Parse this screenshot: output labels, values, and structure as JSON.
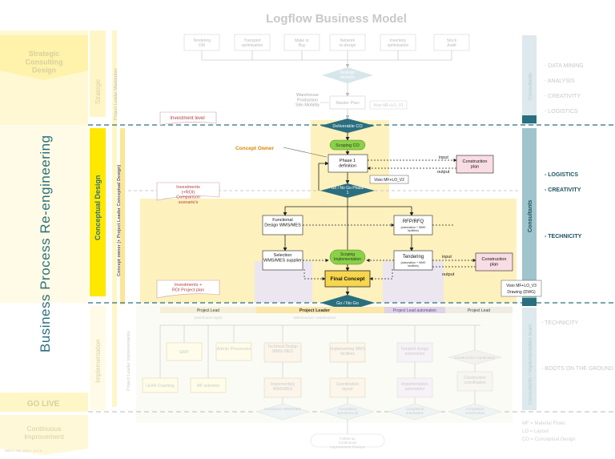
{
  "title": "Logflow Business Model",
  "left_phases": {
    "strategic_consulting": "Strategic Consulting Design",
    "go_live": "GO LIVE",
    "continuous_improvement": "Continuous Improvement",
    "footer_code": "BBRS / ME_MNG / 14.0.8"
  },
  "vertical_labels": {
    "bpr": "Business Process  Re-engineering",
    "strategic": "Strategic",
    "conceptual_design": "Conceptual Design",
    "implementation": "Implementation",
    "leader_masterplan": "Project Leader Masterplan",
    "concept_owner_role": "Concept owner (+ Project Leader Conceptual Design)",
    "leader_implementation": "Project Leader Implementation",
    "consultants_top": "Consultants",
    "consultants_mid": "Consultants",
    "consultants_impl": "Consultants / Implementation team"
  },
  "top_boxes": [
    "Tendering DM",
    "Transport optimisation",
    "Make or Buy",
    "Network re-design",
    "Inventory optimisation",
    "Stock Audit"
  ],
  "flow": {
    "strategic_decision": "Strategic decision",
    "master_plan": "Master Plan",
    "visio_mf_lo_v1": "Visio MF+LO_V1",
    "warehouse_note": "Warehouse Production Site-Mobility",
    "deliverable_co": "Deliverable CO",
    "scoping_co": "Scoping CO",
    "phase1_definition": "Phase 1 definition",
    "input_label": "input",
    "output_label": "output",
    "construction_plan_1": "Construction plan",
    "visio_mf_lo_v2": "Visio MF+LO_V2",
    "go_nogo_phase1": "Go / No Go Phase 1",
    "functional_design": "Functional Design WMS/MES",
    "rfp_rfq": "RFP/RFQ",
    "rfp_sub": "(automation + WMS facilities)",
    "selection_wms": "Selection WMS/MES supplier",
    "scoping_implementation": "Scoping Implementation",
    "tendering": "Tendering",
    "tendering_sub": "(automation + WMS facilities)",
    "input_label_2": "input",
    "output_label_2": "output",
    "construction_plan_2": "Construction plan",
    "final_concept": "Final Concept",
    "go_nogo": "Go / No Go",
    "visio_mf_lo_v3": "Visio MF+LO_V3",
    "drawing_dwg": "Drawing (DWG)"
  },
  "notes": {
    "investment_level": "Investment level",
    "investments_roi": "Investments (+ROI) Comparison scenario's",
    "investments_plan": "Investments + ROI Project plan"
  },
  "concept_owner": "Concept Owner",
  "project_leads": {
    "lead_left": "Project Lead",
    "leader_center": "Project Leader",
    "lead_automation": "Project Lead automation",
    "lead_right": "Project Lead",
    "sub_left": "Warehouse mgmt",
    "sub_center": "Warehouses / warehouses"
  },
  "implementation_boxes": {
    "erp": "ERP",
    "admin_processes": "Admin Processes",
    "technical_design": "Technical Design WMS/ MES",
    "implementing_wms": "Implementing WMS facilities",
    "detailed_design": "Detailed design automation",
    "construction_coordination_top": "Construction coordination",
    "lean_coaching": "LEAN Coaching",
    "mf_selection": "MF selection",
    "implementing_wms_mes": "Implementing WMS/MES",
    "coordination_layout": "Coordination layout",
    "implementation_automation": "Implementation automation",
    "construction_coordination": "Construction coordination",
    "completion_wms": "Completion WMS/MES",
    "completion_1": "Completion operations (t)",
    "completion_automation": "Completion automation",
    "completion_construction": "Completion construction",
    "final_bottom": "Follow-up Continuous Improvement Process"
  },
  "right_labels": {
    "top": [
      "- DATA MINING",
      "- ANALYSIS",
      "- CREATIVITY",
      "- LOGISTICS"
    ],
    "mid": [
      "- LOGISTICS",
      "- CREATIVITY",
      "- TECHNICITY"
    ],
    "bottom": [
      "- TECHNICITY",
      "- BOOTS ON THE GROUND"
    ]
  },
  "legend": [
    "MF = Material Flows",
    "LO = Layout",
    "CO = Conceptual Design"
  ],
  "colors": {
    "title_grey": "#c8c8c8",
    "yellow_band": "#ffe800",
    "pale_yellow": "#fff6c8",
    "cream": "#fdf1bd",
    "lavender": "#ece6f1",
    "pink_box": "#f9dde5",
    "teal": "#2a6f7f",
    "green": "#8ccf4b",
    "final_yellow": "#f6d64e",
    "consultant_teal": "#9fc4cb"
  }
}
